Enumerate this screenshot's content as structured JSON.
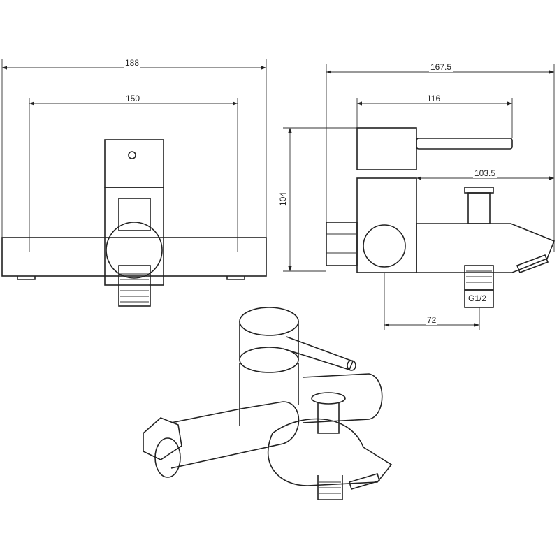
{
  "front_view": {
    "width_total": "188",
    "width_mount": "150"
  },
  "side_view": {
    "depth_total": "167.5",
    "lever_length": "116",
    "spout_depth": "103.5",
    "height": "104",
    "outlet_offset": "72",
    "thread": "G1/2"
  }
}
